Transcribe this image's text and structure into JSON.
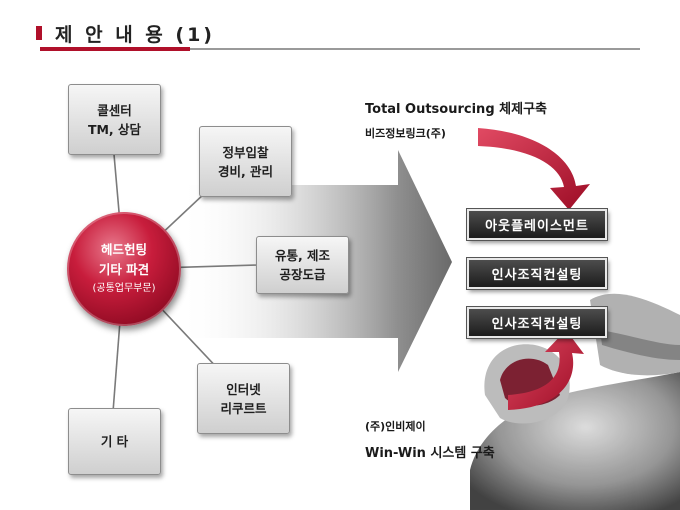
{
  "header": {
    "title": "제 안 내 용 (1)"
  },
  "hub": {
    "line1": "헤드헌팅",
    "line2": "기타 파견",
    "line3": "(공통업무부문)"
  },
  "boxes": [
    {
      "line1": "콜센터",
      "line2": "TM, 상담"
    },
    {
      "line1": "정부입찰",
      "line2": "경비, 관리"
    },
    {
      "line1": "유통, 제조",
      "line2": "공장도급"
    },
    {
      "line1": "인터넷",
      "line2": "리쿠르트"
    },
    {
      "line1": "기  타",
      "line2": ""
    }
  ],
  "right": {
    "top_title": "Total Outsourcing 체제구축",
    "top_company": "비즈정보링크(주)",
    "services": [
      "아웃플레이스먼트",
      "인사조직컨설팅",
      "인사조직컨설팅"
    ],
    "bottom_company": "(주)인비제이",
    "bottom_title": "Win-Win 시스템 구축"
  },
  "colors": {
    "accent": "#b0102a",
    "hub": "#c81d3c",
    "service_box": "#2a2a2a"
  }
}
